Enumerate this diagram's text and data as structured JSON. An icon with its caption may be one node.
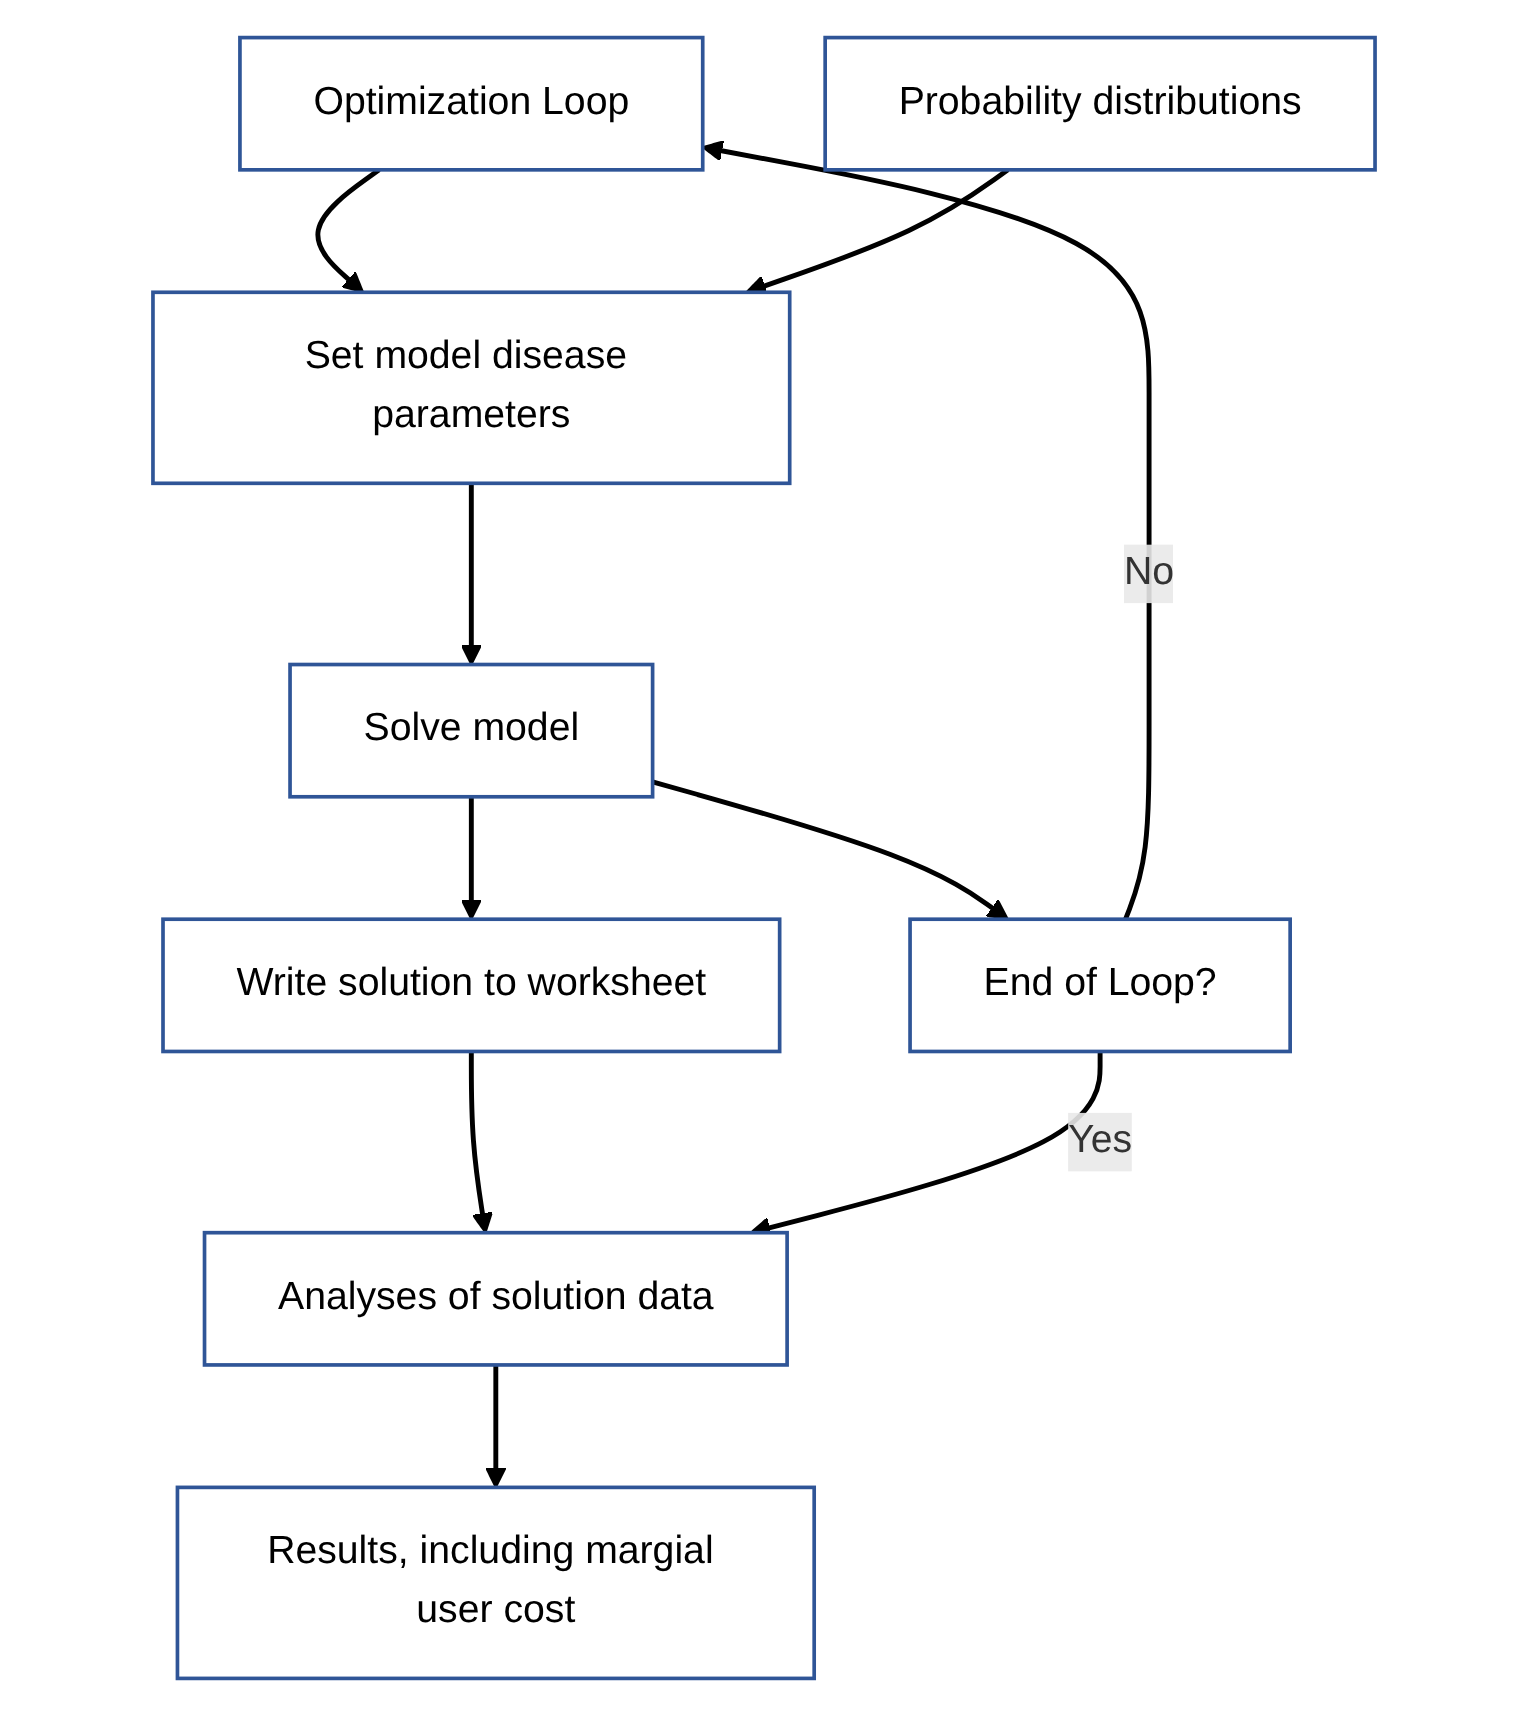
{
  "diagram": {
    "nodes": [
      {
        "text": [
          "Optimization Loop"
        ]
      },
      {
        "text": [
          "Probability distributions"
        ]
      },
      {
        "text": [
          "Set model disease parameters"
        ]
      },
      {
        "text": [
          "Solve model"
        ]
      },
      {
        "text": [
          "Write solution to worksheet"
        ]
      },
      {
        "text": [
          "End of Loop?"
        ]
      },
      {
        "text": [
          "Analyses of solution data"
        ]
      },
      {
        "text": [
          "Results, including margial user cost"
        ]
      }
    ],
    "edges": [
      {
        "from": 0,
        "to": 2,
        "arrow": "to"
      },
      {
        "from": 1,
        "to": 2,
        "arrow": "to"
      },
      {
        "from": 2,
        "to": 3,
        "arrow": "to"
      },
      {
        "from": 3,
        "to": 4,
        "arrow": "to"
      },
      {
        "from": 3,
        "to": 5,
        "arrow": "to"
      },
      {
        "from": 4,
        "to": 6,
        "arrow": "to"
      },
      {
        "from": 5,
        "to": 6,
        "arrow": "to",
        "label": "Yes"
      },
      {
        "from": 5,
        "to": 0,
        "arrow": "to",
        "label": "No"
      },
      {
        "from": 6,
        "to": 7,
        "arrow": "to"
      }
    ]
  }
}
